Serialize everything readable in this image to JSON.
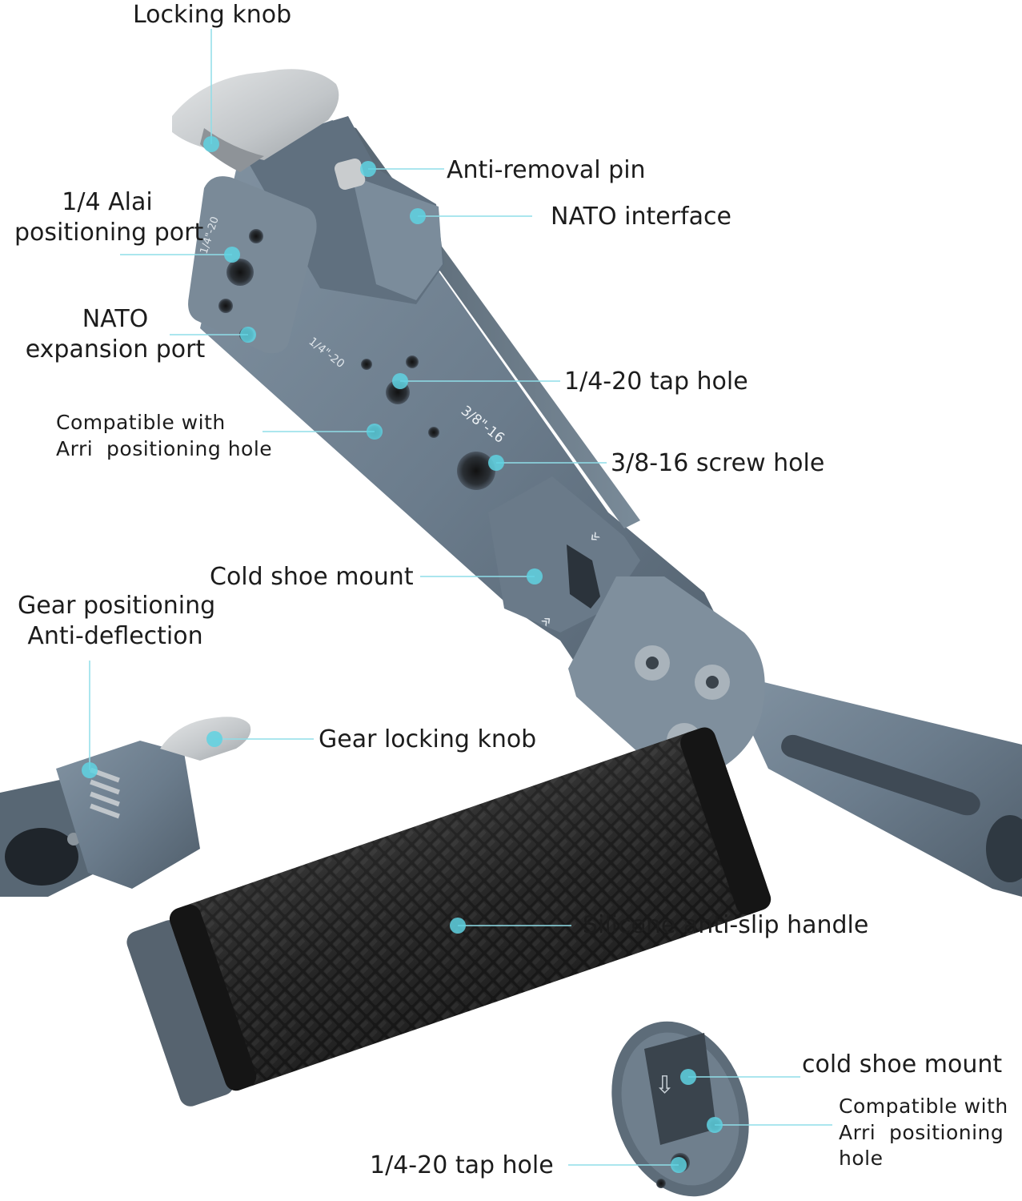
{
  "colors": {
    "background": "#ffffff",
    "metal": "#6e7f8f",
    "metal_dark": "#4a5764",
    "metal_light": "#9aa8b4",
    "silver": "#c9ccce",
    "rubber": "#1a1a1a",
    "callout_line": "#7fd8e4",
    "callout_dot": "#4ec9dc"
  },
  "product_markings": {
    "quarter_20_small": "1/4\"-20",
    "quarter_20_arm": "1/4\"-20",
    "three_eighths_16": "3/8\"-16"
  },
  "callouts": {
    "locking_knob": "Locking knob",
    "anti_removal_pin": "Anti-removal pin",
    "nato_interface": "NATO interface",
    "alai_port": [
      "1/4 Alai",
      "positioning port"
    ],
    "nato_expansion": [
      "NATO",
      "expansion port"
    ],
    "tap_hole_top": "1/4-20 tap hole",
    "arri_hole_top": [
      "Compatible with",
      "Arri  positioning hole"
    ],
    "screw_hole": "3/8-16 screw hole",
    "cold_shoe_top": "Cold shoe mount",
    "gear_positioning": [
      "Gear positioning",
      "Anti-deflection"
    ],
    "gear_locking_knob": "Gear locking knob",
    "silicone_handle": "Silicone anti-slip handle",
    "cold_shoe_bottom": "cold shoe mount",
    "arri_hole_bottom": [
      "Compatible with",
      "Arri  positioning",
      "hole"
    ],
    "tap_hole_bottom": "1/4-20 tap hole"
  }
}
